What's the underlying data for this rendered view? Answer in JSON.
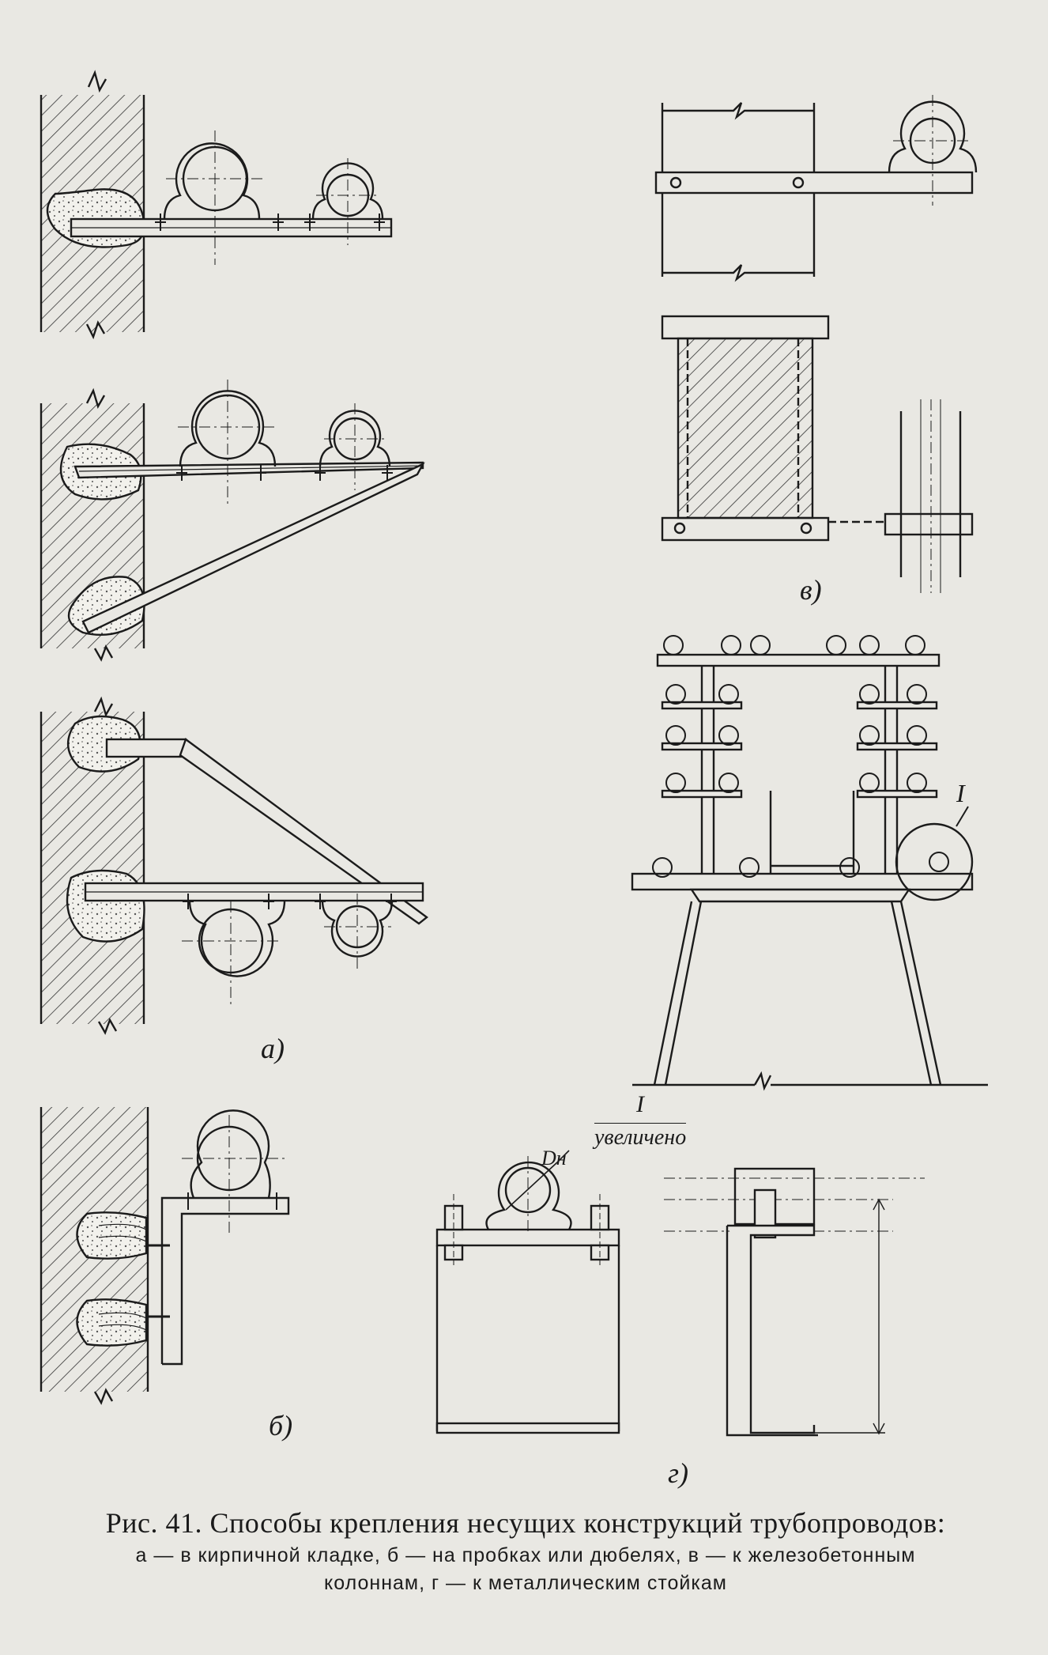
{
  "figure": {
    "labels": {
      "a": "а)",
      "b": "б)",
      "v": "в)",
      "g": "г)",
      "roman_top": "I",
      "roman_bottom": "I",
      "enlarged": "увеличено",
      "diameter": "Dн"
    }
  },
  "caption": {
    "title": "Рис. 41. Способы крепления несущих конструкций трубопроводов:",
    "line2": "а — в кирпичной кладке, б — на пробках или дюбелях, в — к железобетонным",
    "line3": "колоннам, г — к металлическим стойкам"
  },
  "colors": {
    "paper": "#e9e8e3",
    "ink": "#1b1b1b"
  }
}
